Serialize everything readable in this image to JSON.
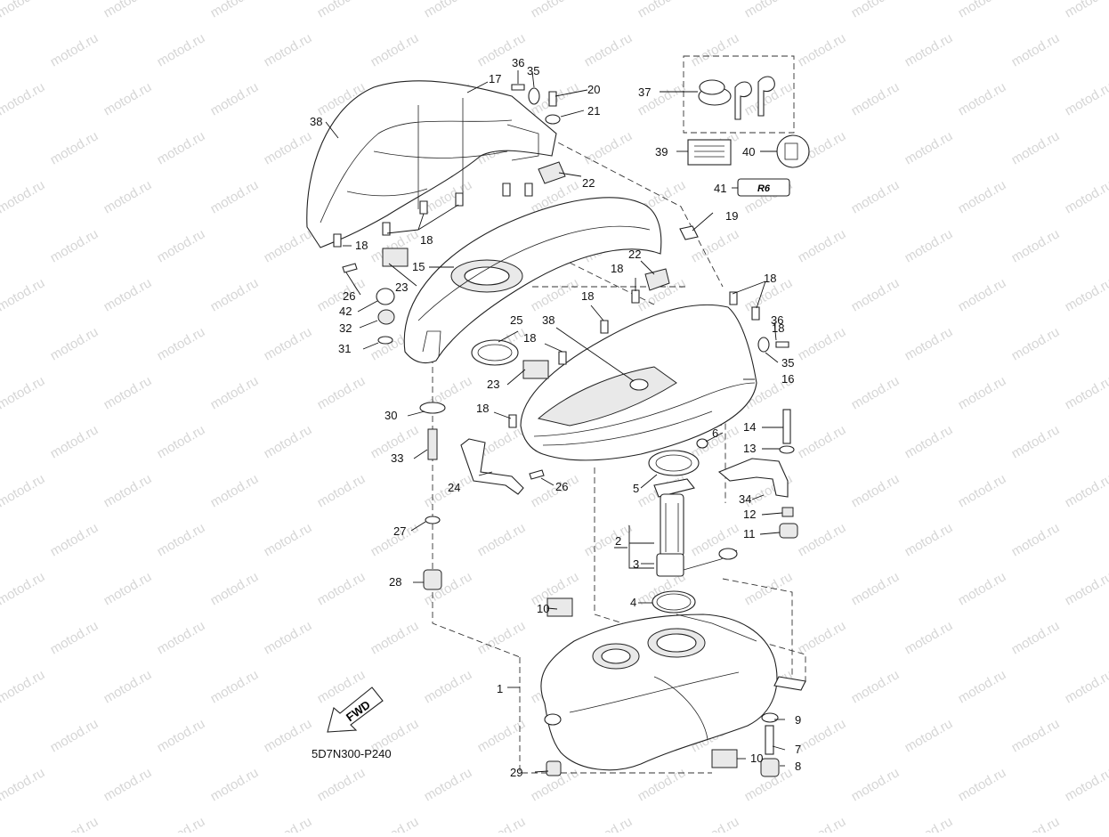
{
  "watermark": "motod.ru",
  "diagram_code": "5D7N300-P240",
  "fwd_label": "FWD",
  "emblem_text": "R6",
  "callouts": [
    "1",
    "2",
    "3",
    "4",
    "5",
    "6",
    "7",
    "8",
    "9",
    "10",
    "10",
    "11",
    "12",
    "13",
    "14",
    "15",
    "16",
    "17",
    "18",
    "18",
    "18",
    "18",
    "18",
    "18",
    "18",
    "18",
    "19",
    "20",
    "21",
    "22",
    "22",
    "23",
    "23",
    "24",
    "25",
    "26",
    "26",
    "27",
    "28",
    "29",
    "30",
    "31",
    "32",
    "33",
    "34",
    "35",
    "35",
    "36",
    "36",
    "37",
    "38",
    "38",
    "39",
    "40",
    "41",
    "42"
  ],
  "colors": {
    "line": "#222222",
    "watermark": "#d6d6d6",
    "background": "#ffffff"
  }
}
